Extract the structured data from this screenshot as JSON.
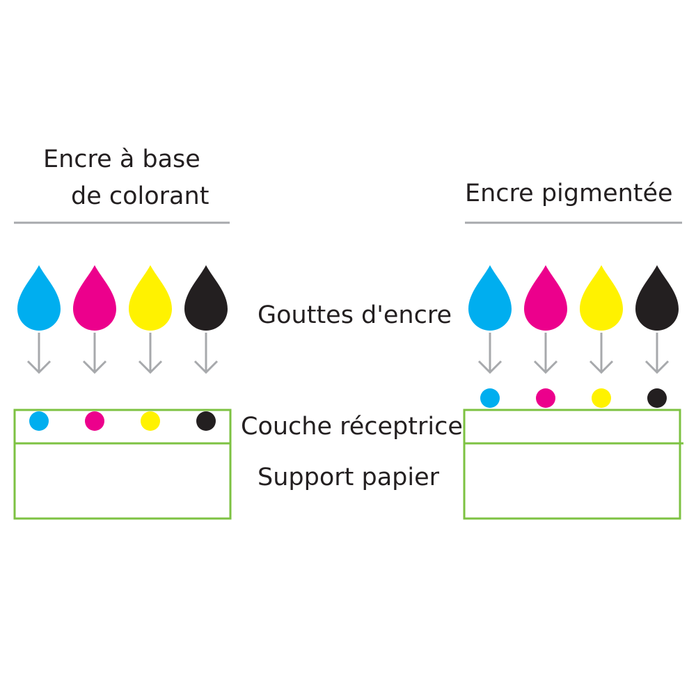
{
  "left_panel": {
    "title_line1": "Encre à base",
    "title_line2": "de colorant"
  },
  "right_panel": {
    "title": "Encre pigmentée"
  },
  "labels": {
    "drops": "Gouttes d'encre",
    "receptive_layer": "Couche réceptrice",
    "paper_support": "Support papier"
  },
  "colors": {
    "cyan": "#00aeef",
    "magenta": "#ec008c",
    "yellow": "#fff200",
    "black": "#231f20",
    "layer_outline": "#7dc242",
    "arrow": "#a7a9ac",
    "rule": "#a7a9ac"
  },
  "inks": [
    {
      "name": "cyan",
      "color": "#00aeef"
    },
    {
      "name": "magenta",
      "color": "#ec008c"
    },
    {
      "name": "yellow",
      "color": "#fff200"
    },
    {
      "name": "black",
      "color": "#231f20"
    }
  ]
}
